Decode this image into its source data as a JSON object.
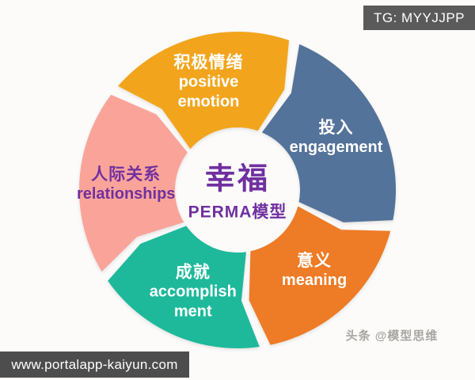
{
  "overlays": {
    "tg_badge": {
      "label": "TG: MYYJJPP",
      "bg": "#5a5a5a",
      "fg": "#ffffff"
    },
    "site_bar": {
      "label": "www.portalapp-kaiyun.com",
      "bg": "#4d4d4d",
      "fg": "#ffffff"
    },
    "credit": {
      "label": "头条 @模型思维",
      "fg": "#a9a6a2"
    }
  },
  "center": {
    "title": "幸福",
    "subtitle": "PERMA模型",
    "color": "#7030A0"
  },
  "diagram": {
    "type": "cycle-donut",
    "background": "#fcfbfa",
    "segments": [
      {
        "id": "positive-emotion",
        "label_cn": "积极情绪",
        "label_en_lines": [
          "positive",
          "emotion"
        ],
        "color": "#F2A51C",
        "text_color": "#ffffff",
        "start": -49,
        "end": 19
      },
      {
        "id": "engagement",
        "label_cn": "投入",
        "label_en_lines": [
          "engagement"
        ],
        "color": "#54739A",
        "text_color": "#ffffff",
        "start": 23,
        "end": 101
      },
      {
        "id": "meaning",
        "label_cn": "意义",
        "label_en_lines": [
          "meaning"
        ],
        "color": "#EE7B25",
        "text_color": "#ffffff",
        "start": 105,
        "end": 168
      },
      {
        "id": "accomplishment",
        "label_cn": "成就",
        "label_en_lines": [
          "accomplish",
          "ment"
        ],
        "color": "#1EB99B",
        "text_color": "#ffffff",
        "start": 172,
        "end": 235
      },
      {
        "id": "relationships",
        "label_cn": "人际关系",
        "label_en_lines": [
          "relationships"
        ],
        "color": "#FAA499",
        "text_color": "#7030A0",
        "start": 239,
        "end": 307
      }
    ]
  }
}
